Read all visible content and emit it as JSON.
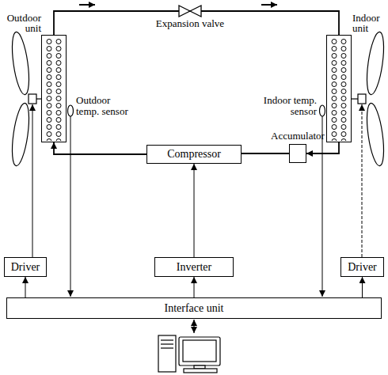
{
  "diagram": {
    "nodes": [
      {
        "text": [
          "Outdoor unit"
        ]
      },
      {
        "text": [
          "Indoor unit"
        ]
      },
      {
        "text": [
          "Accumulator"
        ]
      },
      {
        "text": [
          "Compressor"
        ]
      },
      {
        "text": [
          "Inverter"
        ]
      },
      {
        "text": [
          "Driver"
        ]
      },
      {
        "text": [
          "Driver"
        ]
      },
      {
        "text": [
          "Interface unit"
        ]
      }
    ],
    "edges": [
      {
        "from": 0,
        "to": 1,
        "arrow": "none"
      },
      {
        "from": 1,
        "to": 2,
        "arrow": "to"
      },
      {
        "from": 2,
        "to": 3,
        "arrow": "none"
      },
      {
        "from": 3,
        "to": 0,
        "arrow": "to"
      },
      {
        "from": 7,
        "to": 5,
        "arrow": "to"
      },
      {
        "from": 7,
        "to": 4,
        "arrow": "to"
      },
      {
        "from": 4,
        "to": 3,
        "arrow": "to"
      },
      {
        "from": 7,
        "to": 6,
        "arrow": "to"
      }
    ],
    "labels": [
      "Expansion valve",
      "Outdoor temp. sensor",
      "Indoor temp. sensor"
    ]
  }
}
